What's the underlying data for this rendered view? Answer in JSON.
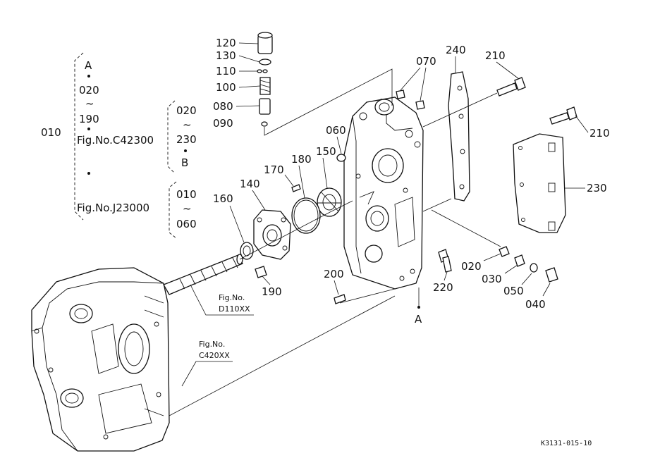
{
  "callouts": {
    "c120": "120",
    "c130": "130",
    "c110": "110",
    "c100": "100",
    "c080": "080",
    "c090": "090",
    "c070": "070",
    "c060": "060",
    "c240": "240",
    "c210a": "210",
    "c210b": "210",
    "c230": "230",
    "c150": "150",
    "c180": "180",
    "c170": "170",
    "c140": "140",
    "c160": "160",
    "c190": "190",
    "c200": "200",
    "c220": "220",
    "c020": "020",
    "c030": "030",
    "c050": "050",
    "c040": "040"
  },
  "refs": {
    "d110_line1": "Fig.No.",
    "d110_line2": "D110XX",
    "c420_line1": "Fig.No.",
    "c420_line2": "C420XX"
  },
  "assembly_a": {
    "marker_top": "A",
    "range_start": "020",
    "range_sep": "~",
    "range_end": "190",
    "fig": "Fig.No.C42300"
  },
  "assembly_b": {
    "range_start": "020",
    "range_sep": "~",
    "range_end": "230",
    "marker": "B"
  },
  "assembly_j": {
    "fig": "Fig.No.J23000",
    "range_start": "010",
    "range_sep": "~",
    "range_end": "060"
  },
  "group_label": "010",
  "marker_a_bottom": "A",
  "drawing_code": "K3131-015-10"
}
